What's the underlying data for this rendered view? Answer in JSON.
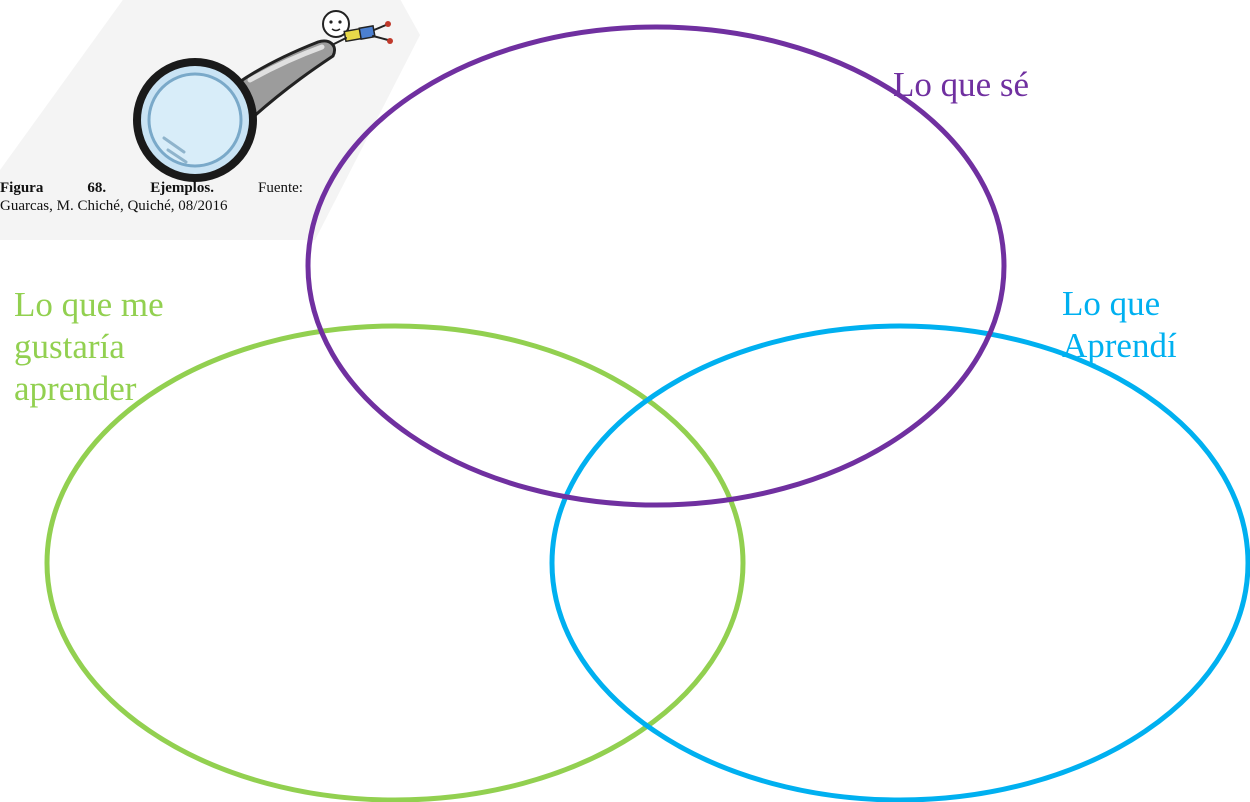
{
  "labels": {
    "know": "Lo que sé",
    "want": [
      "Lo que me",
      "gustaría",
      "aprender"
    ],
    "learned": [
      "Lo que",
      "Aprendí"
    ]
  },
  "caption": {
    "fig_word": "Figura",
    "fig_number": "68.",
    "fig_title": "Ejemplos.",
    "source_word": "Fuente:",
    "source_text": "Guarcas, M. Chiché, Quiché, 08/2016"
  },
  "colors": {
    "know": "#7030a0",
    "want": "#92d050",
    "learned": "#00b0f0"
  },
  "illustration": "magnifying-glass-with-child-figure"
}
